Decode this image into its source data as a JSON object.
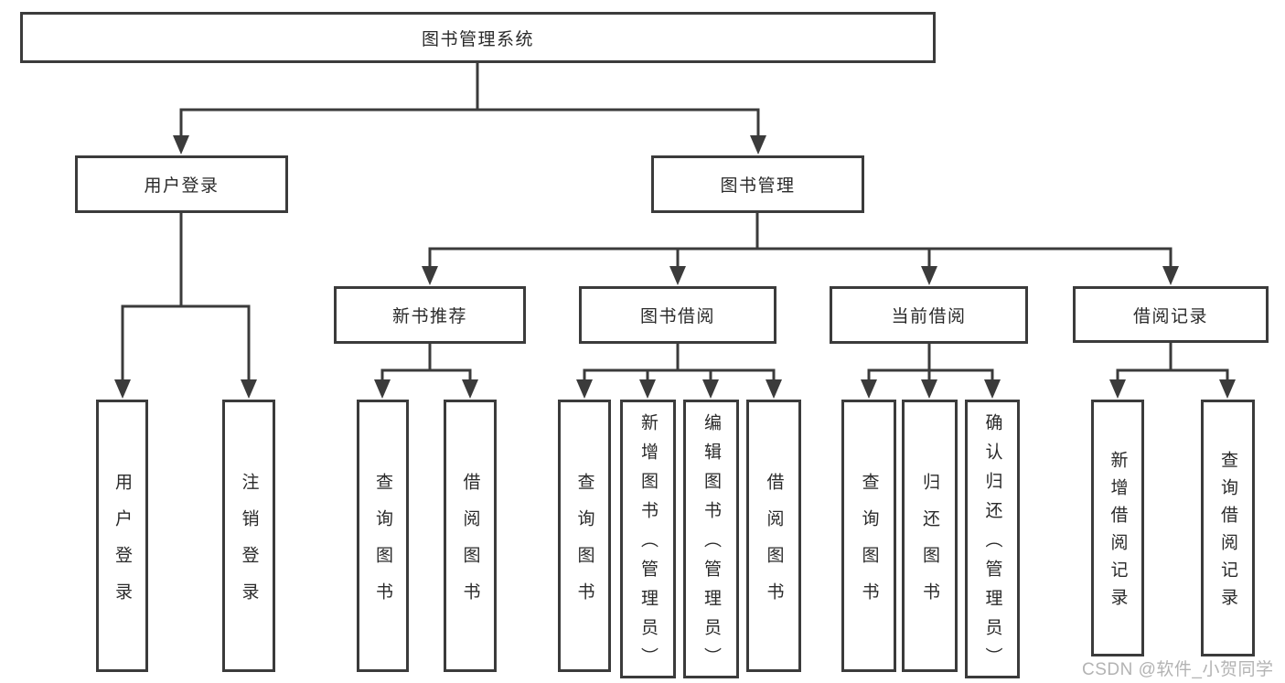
{
  "diagram": {
    "root": {
      "label": "图书管理系统",
      "children": [
        {
          "label": "用户登录",
          "children": [
            {
              "label": "用户登录"
            },
            {
              "label": "注销登录"
            }
          ]
        },
        {
          "label": "图书管理",
          "children": [
            {
              "label": "新书推荐",
              "children": [
                {
                  "label": "查询图书"
                },
                {
                  "label": "借阅图书"
                }
              ]
            },
            {
              "label": "图书借阅",
              "children": [
                {
                  "label": "查询图书"
                },
                {
                  "label": "新增图书（管理员）"
                },
                {
                  "label": "编辑图书（管理员）"
                },
                {
                  "label": "借阅图书"
                }
              ]
            },
            {
              "label": "当前借阅",
              "children": [
                {
                  "label": "查询图书"
                },
                {
                  "label": "归还图书"
                },
                {
                  "label": "确认归还（管理员）"
                }
              ]
            },
            {
              "label": "借阅记录",
              "children": [
                {
                  "label": "新增借阅记录"
                },
                {
                  "label": "查询借阅记录"
                }
              ]
            }
          ]
        }
      ]
    },
    "watermark": {
      "text": "CSDN @软件_小贺同学"
    },
    "colors": {
      "line": "#3b3b3b",
      "text": "#2a2a2a",
      "watermark": "#b3b3b3",
      "background": "#ffffff"
    }
  }
}
